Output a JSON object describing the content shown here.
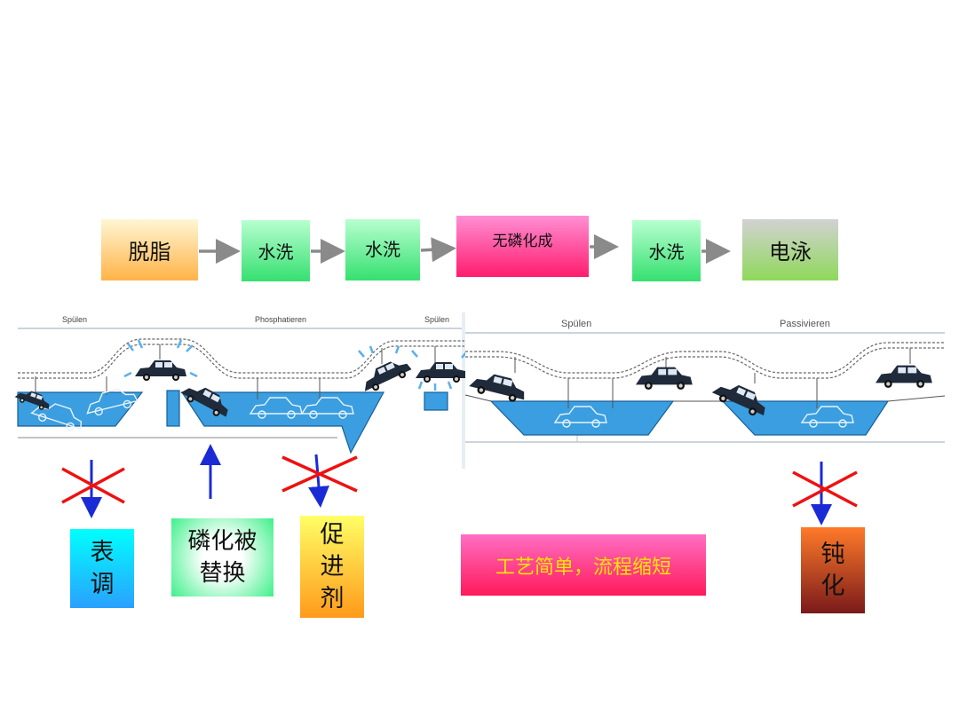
{
  "process": {
    "steps": [
      {
        "label": "脱脂"
      },
      {
        "label": "水洗"
      },
      {
        "label": "水洗"
      },
      {
        "label": "无磷化成"
      },
      {
        "label": "水洗"
      },
      {
        "label": "电泳"
      }
    ]
  },
  "line_labels": {
    "spulen_1": "Spülen",
    "phosphatieren": "Phosphatieren",
    "spulen_2": "Spülen",
    "spulen_3": "Spülen",
    "passivieren": "Passivieren"
  },
  "callouts": {
    "surface_conditioning": [
      "表",
      "调"
    ],
    "phosphating_replaced": [
      "磷化被",
      "替换"
    ],
    "accelerator": [
      "促",
      "进",
      "剂"
    ],
    "passivation": [
      "钝",
      "化"
    ],
    "summary": "工艺简单，流程缩短"
  },
  "colors": {
    "arrow_gray": "#8a8a8a",
    "arrow_blue": "#1a2bd6",
    "cross_red": "#ee1111",
    "tank_blue": "#3a9ee0",
    "car_dark": "#1f2a3a"
  }
}
